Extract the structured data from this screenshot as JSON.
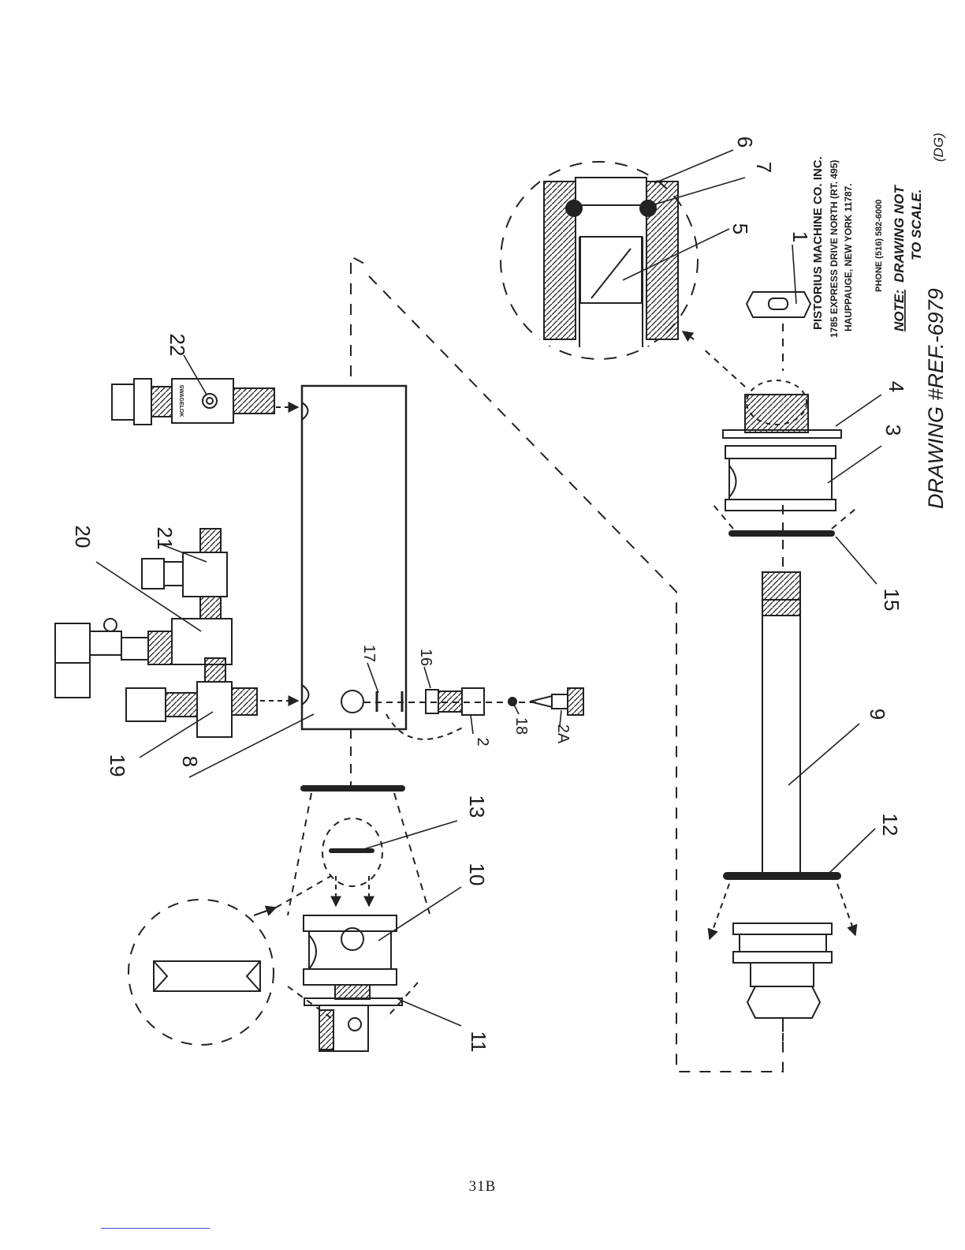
{
  "drawing": {
    "part_labels": [
      "1",
      "2",
      "2A",
      "3",
      "4",
      "5",
      "6",
      "7",
      "8",
      "9",
      "10",
      "11",
      "12",
      "13",
      "15",
      "16",
      "17",
      "18",
      "19",
      "20",
      "21",
      "22"
    ],
    "company": {
      "name": "PISTORIUS MACHINE CO. INC.",
      "street": "1785 EXPRESS DRIVE NORTH (RT. 495)",
      "city": "HAUPPAUGE, NEW YORK 11787.",
      "phone": "PHONE (516) 582-6000"
    },
    "note_label": "NOTE:",
    "note_text_1": "DRAWING NOT",
    "note_text_2": "TO SCALE.",
    "drawing_number": "DRAWING #REF.-6979",
    "revision": "(DG)",
    "valve_marking": "SWAGELOK"
  },
  "page": {
    "number": "31B"
  }
}
